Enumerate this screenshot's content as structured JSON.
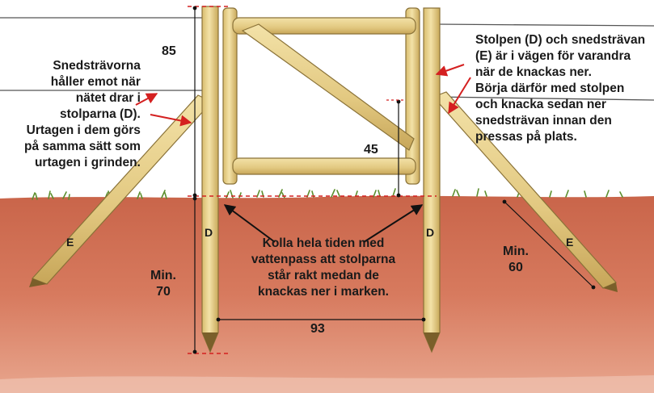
{
  "texts": {
    "left_note": [
      "Snedsträvorna",
      "håller emot när",
      "nätet drar i",
      "stolparna (D).",
      "Urtagen i dem görs",
      "på samma sätt som",
      "urtagen i grinden."
    ],
    "right_note": [
      "Stolpen (D) och snedsträvan",
      "(E) är i vägen för varandra",
      "när de knackas ner.",
      "Börja därför med stolpen",
      "och knacka sedan ner",
      "snedsträvan innan den",
      "pressas på plats."
    ],
    "center_note": [
      "Kolla hela tiden med",
      "vattenpass att stolparna",
      "står rakt medan de",
      "knackas ner i marken."
    ],
    "measure_85": "85",
    "measure_45": "45",
    "measure_93": "93",
    "min_70": [
      "Min.",
      "70"
    ],
    "min_60": [
      "Min.",
      "60"
    ],
    "label_d_left": "D",
    "label_d_right": "D",
    "label_e_left": "E",
    "label_e_right": "E"
  },
  "colors": {
    "soil": "#cf6e52",
    "grass": "#5c8f2e",
    "wood": "#e8cf8a",
    "wood_edge": "#8a7238",
    "arrow_red": "#d42020",
    "wire": "#555555"
  }
}
